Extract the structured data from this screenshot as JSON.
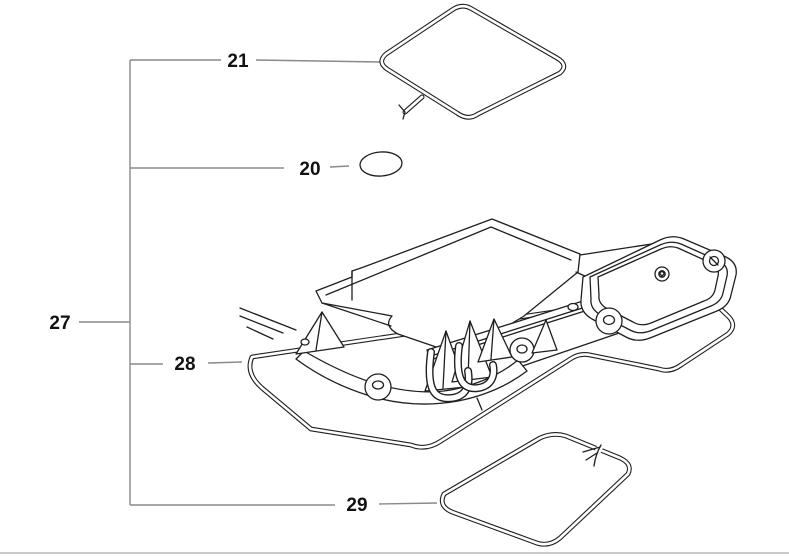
{
  "diagram": {
    "kind": "exploded-parts-diagram",
    "background_color": "#ffffff",
    "line_color": "#1f1f1f",
    "leader_line_color": "#8a8a8a",
    "label_color": "#111111",
    "bottom_rule_color": "#c9c9c9",
    "callouts": {
      "n21": {
        "label": "21",
        "target_part": "top-gasket-seal"
      },
      "n20": {
        "label": "20",
        "target_part": "oval-plug"
      },
      "n27": {
        "label": "27",
        "target_part": "whole-assembly-bracket"
      },
      "n28": {
        "label": "28",
        "target_part": "main-body-gasket"
      },
      "n29": {
        "label": "29",
        "target_part": "bottom-gasket-seal"
      }
    }
  }
}
